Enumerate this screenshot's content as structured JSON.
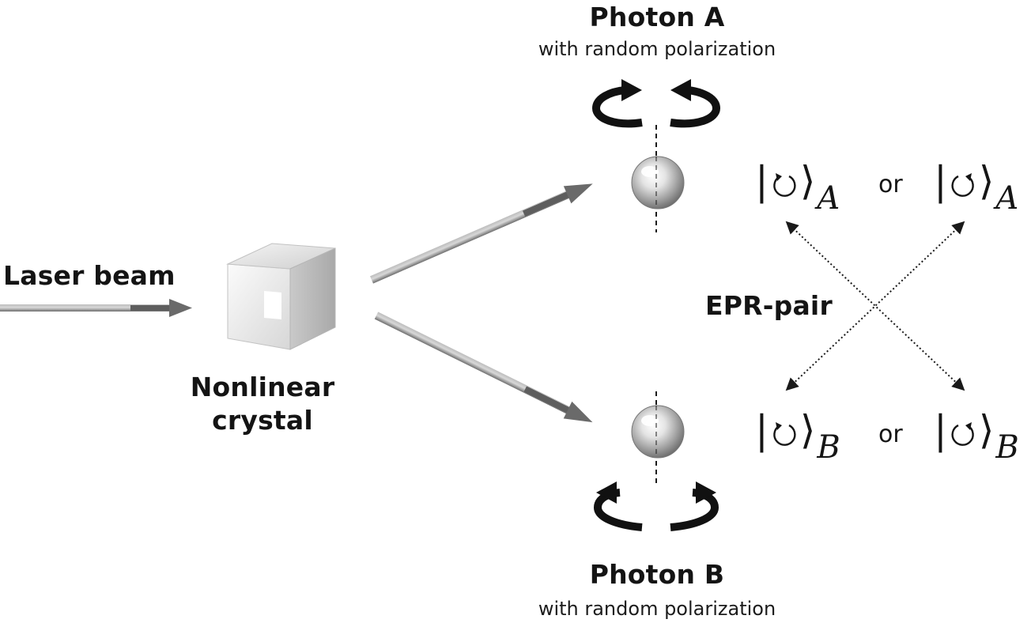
{
  "labels": {
    "laser_beam": "Laser beam",
    "crystal_line1": "Nonlinear",
    "crystal_line2": "crystal",
    "photon_a_title": "Photon A",
    "photon_a_sub": "with random polarization",
    "photon_b_title": "Photon B",
    "photon_b_sub": "with random polarization",
    "epr_pair": "EPR-pair"
  },
  "states": {
    "a_left_subscript": "A",
    "a_right_subscript": "A",
    "b_left_subscript": "B",
    "b_right_subscript": "B",
    "or_a": "or",
    "or_b": "or"
  },
  "colors": {
    "beam": "#7a7a7a",
    "text": "#141414",
    "background": "#ffffff"
  }
}
